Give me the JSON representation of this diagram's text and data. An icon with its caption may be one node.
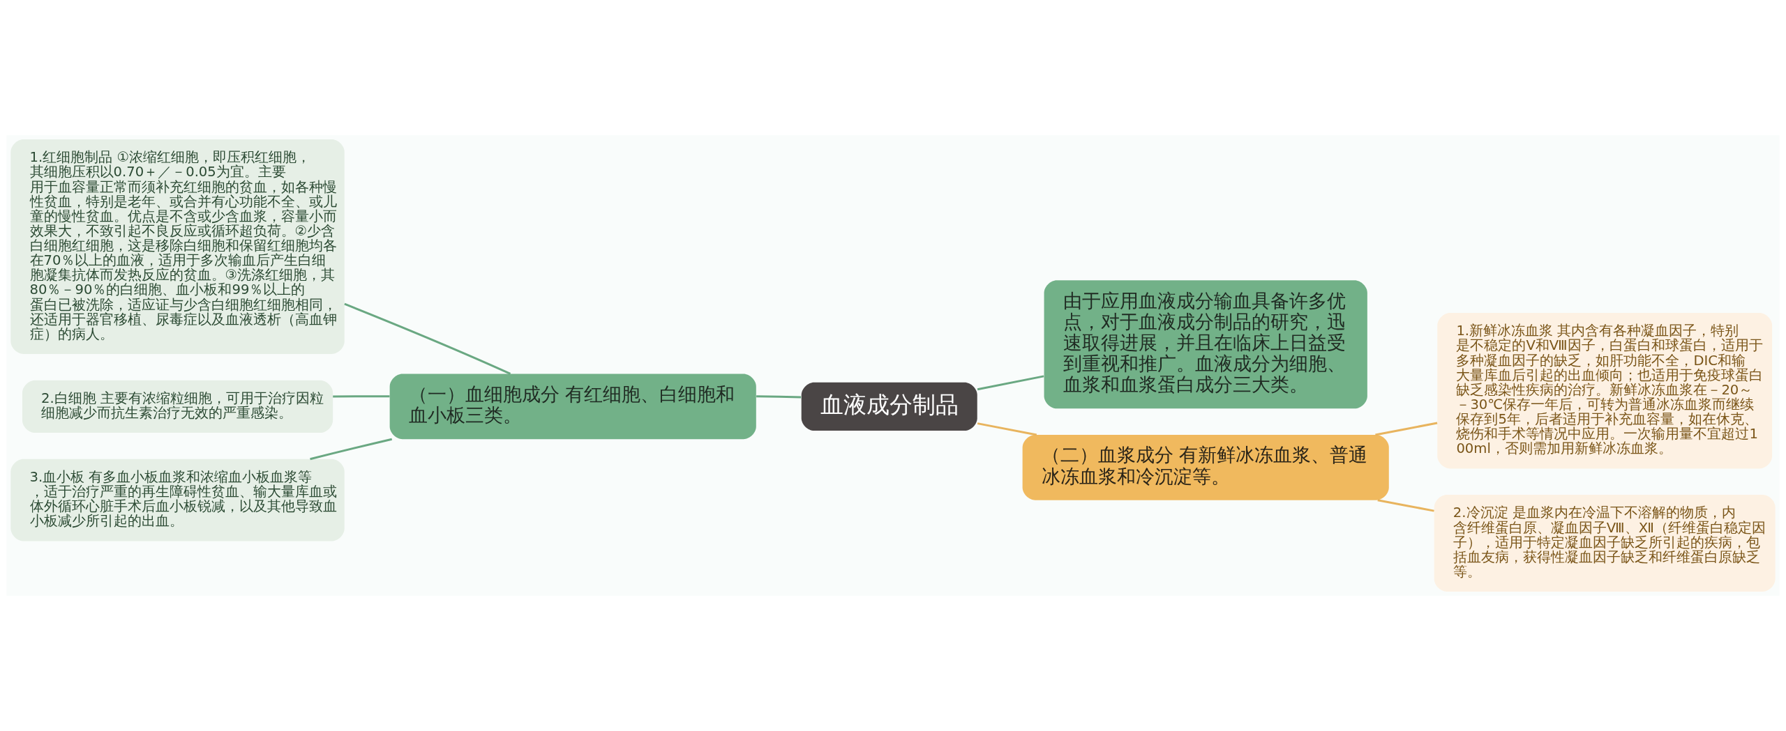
{
  "diagram": {
    "nodes": [
      {
        "text": [
          "血液成分制品"
        ]
      },
      {
        "text": [
          "由于应用血液成分输血具备许多优点，对于血液成分制品的研究，迅速取得进展，并且在临床上日益受到重视和推广。血液成分为细胞、血浆和血浆蛋白成分三大类。"
        ]
      },
      {
        "text": [
          "（一）血细胞成分 有红细胞、白细胞和血小板三类。"
        ]
      },
      {
        "text": [
          "1.红细胞制品 ①浓缩红细胞，即压积红细胞，其细胞压积以0.70＋／－0.05为宜。主要用于血容量正常而须补充红细胞的贫血，如各种慢性贫血，特别是老年、或合并有心功能不全、或儿童的慢性贫血。优点是不含或少含血浆，容量小而效果大，不致引起不良反应或循环超负荷。②少含白细胞红细胞，这是移除白细胞和保留红细胞均各在70％以上的血液，适用于多次输血后产生白细胞凝集抗体而发热反应的贫血。③洗涤红细胞，其80％－90％的白细胞、血小板和99％以上的蛋白已被洗除，适应证与少含白细胞红细胞相同，还适用于器官移植、尿毒症以及血液透析（高血钾症）的病人。"
        ]
      },
      {
        "text": [
          "2.白细胞 主要有浓缩粒细胞，可用于治疗因粒细胞减少而抗生素治疗无效的严重感染。"
        ]
      },
      {
        "text": [
          "3.血小板 有多血小板血浆和浓缩血小板血浆等，适于治疗严重的再生障碍性贫血、输大量库血或体外循环心脏手术后血小板锐减，以及其他导致血小板减少所引起的出血。"
        ]
      },
      {
        "text": [
          "（二）血浆成分 有新鲜冰冻血浆、普通冰冻血浆和冷沉淀等。"
        ]
      },
      {
        "text": [
          "1.新鲜冰冻血浆 其内含有各种凝血因子，特别是不稳定的Ⅴ和Ⅷ因子，白蛋白和球蛋白，适用于多种凝血因子的缺乏，如肝功能不全，DIC和输大量库血后引起的出血倾向；也适用于免疫球蛋白缺乏感染性疾病的治疗。新鲜冰冻血浆在－20～－30℃保存一年后，可转为普通冰冻血浆而继续保存到5年，后者适用于补充血容量，如在休克、烧伤和手术等情况中应用。一次输用量不宜超过100ml，否则需加用新鲜冰冻血浆。"
        ]
      },
      {
        "text": [
          "2.冷沉淀 是血浆内在冷温下不溶解的物质，内含纤维蛋白原、凝血因子Ⅷ、Ⅻ（纤维蛋白稳定因子），适用于特定凝血因子缺乏所引起的疾病，包括血友病，获得性凝血因子缺乏和纤维蛋白原缺乏等。"
        ]
      }
    ],
    "edges": [
      {
        "from": 0,
        "to": 1,
        "arrow": "none"
      },
      {
        "from": 0,
        "to": 2,
        "arrow": "none"
      },
      {
        "from": 2,
        "to": 3,
        "arrow": "none"
      },
      {
        "from": 2,
        "to": 4,
        "arrow": "none"
      },
      {
        "from": 2,
        "to": 5,
        "arrow": "none"
      },
      {
        "from": 0,
        "to": 6,
        "arrow": "none",
        "color": "#e8b45e"
      },
      {
        "from": 6,
        "to": 7,
        "arrow": "none",
        "color": "#e8b45e"
      },
      {
        "from": 6,
        "to": 8,
        "arrow": "none",
        "color": "#e8b45e"
      }
    ]
  }
}
